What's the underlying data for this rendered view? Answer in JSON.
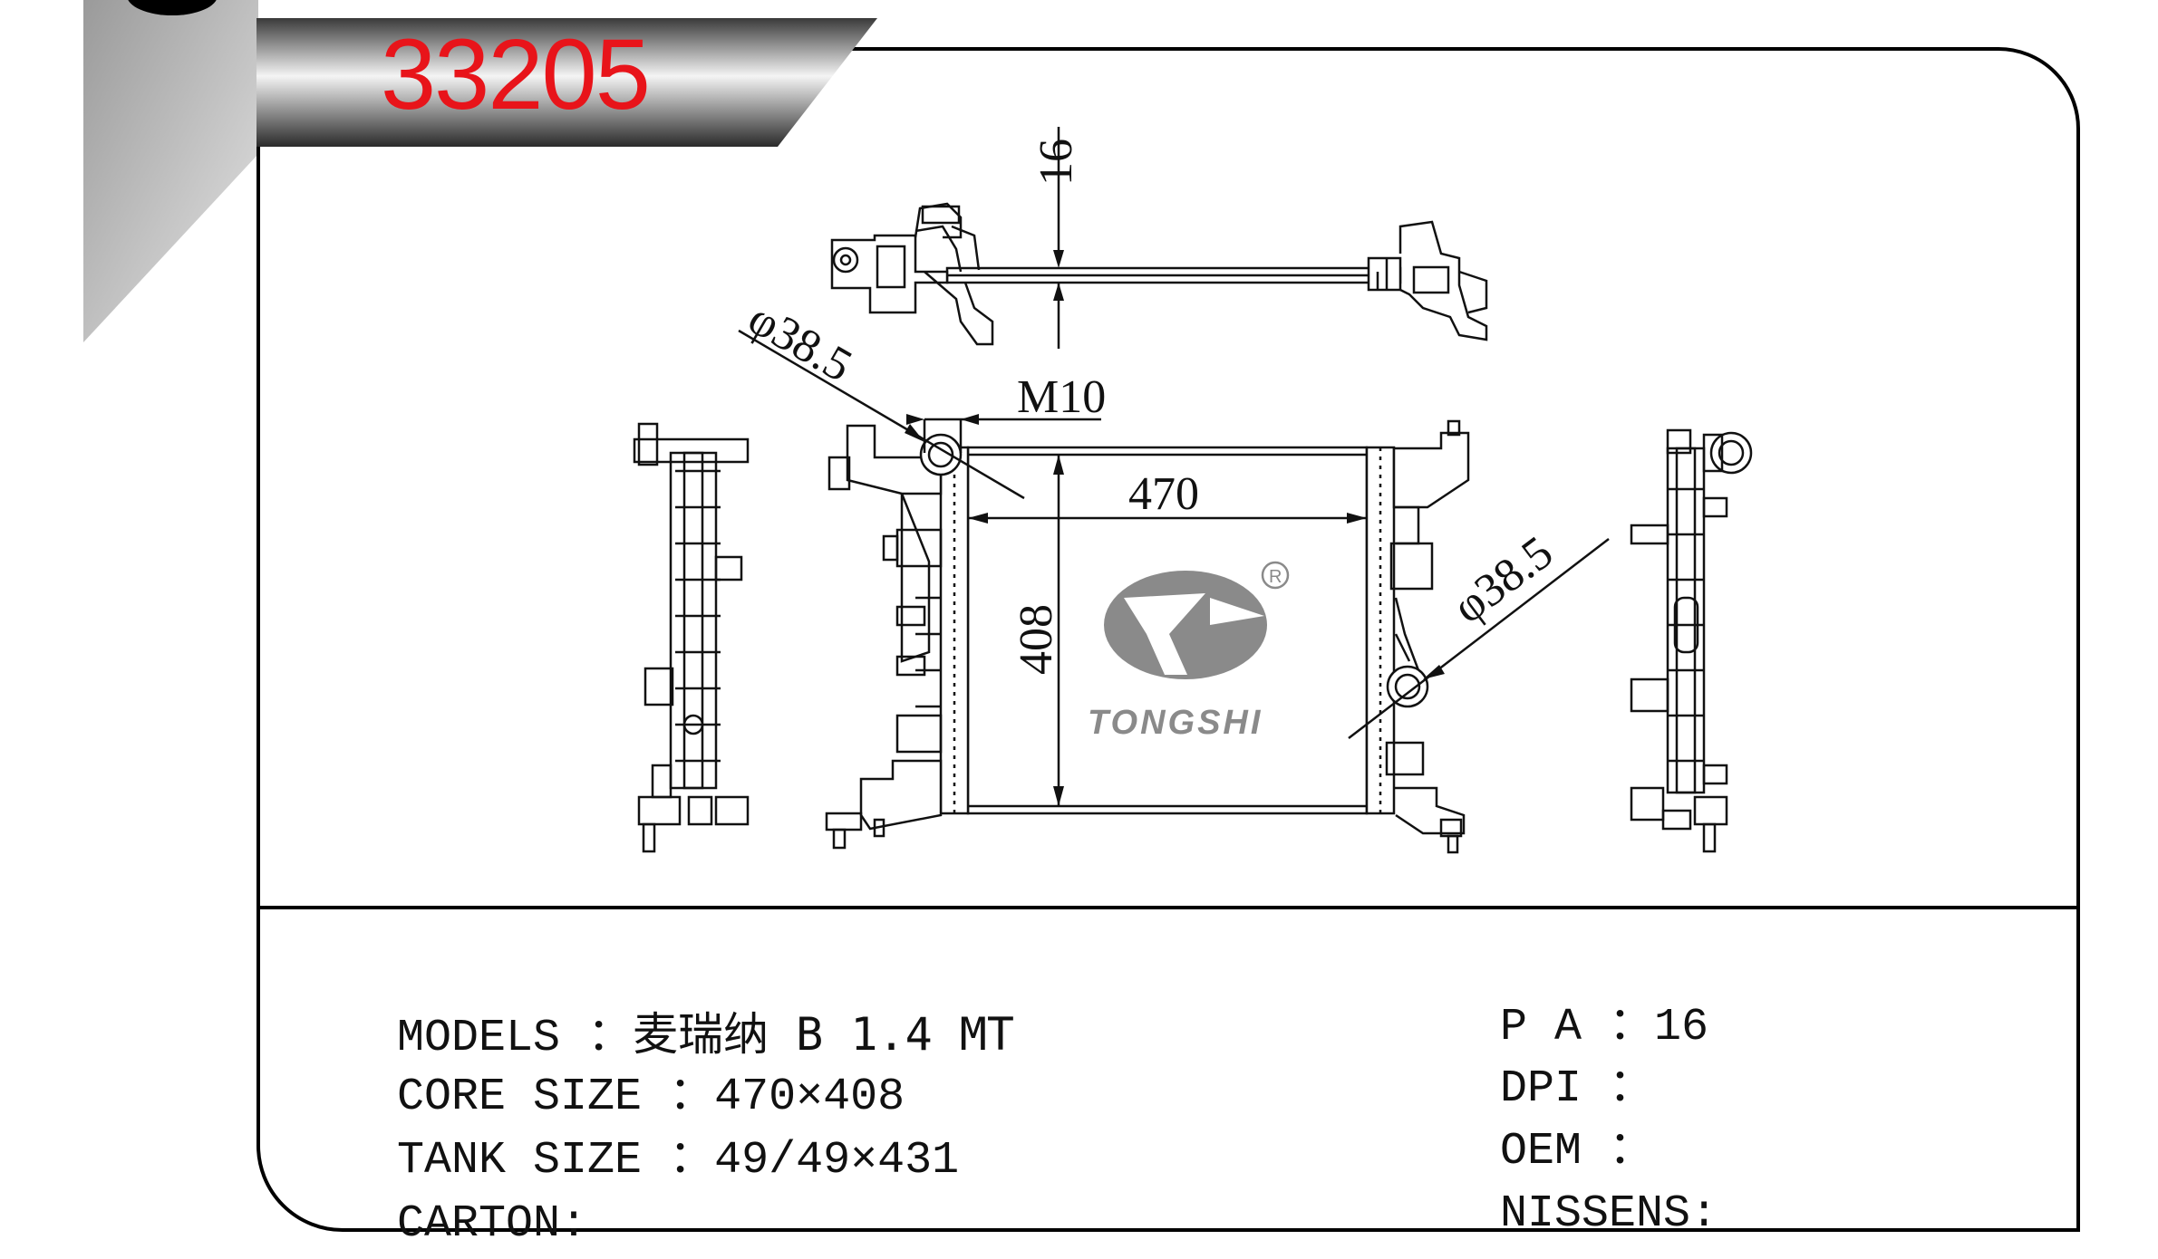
{
  "header": {
    "part_number": "33205"
  },
  "drawing": {
    "dimensions": {
      "pa_height": "16",
      "inlet_diameter": "φ38.5",
      "outlet_diameter": "φ38.5",
      "drain_thread": "M10",
      "core_width": "470",
      "core_height": "408"
    },
    "watermark": {
      "brand": "TONGSHI",
      "registered_mark": "R"
    }
  },
  "specs": {
    "models": {
      "label": "MODELS",
      "sep": "：",
      "value": "麦瑞纳 B 1.4 MT"
    },
    "core_size": {
      "label": "CORE SIZE",
      "sep": "：",
      "value": "470×408"
    },
    "tank_size": {
      "label": "TANK SIZE",
      "sep": "：",
      "value": "49/49×431"
    },
    "carton": {
      "label": "CARTON",
      "sep": ":",
      "value": ""
    },
    "pa": {
      "label": "P A",
      "sep": "：",
      "value": "16"
    },
    "dpi": {
      "label": "DPI",
      "sep": "：",
      "value": ""
    },
    "oem": {
      "label": "OEM",
      "sep": "：",
      "value": ""
    },
    "nissens": {
      "label": "NISSENS",
      "sep": ":",
      "value": ""
    }
  },
  "colors": {
    "part_number": "#e8141a",
    "frame": "#000000",
    "watermark": "#8a8a8a"
  }
}
